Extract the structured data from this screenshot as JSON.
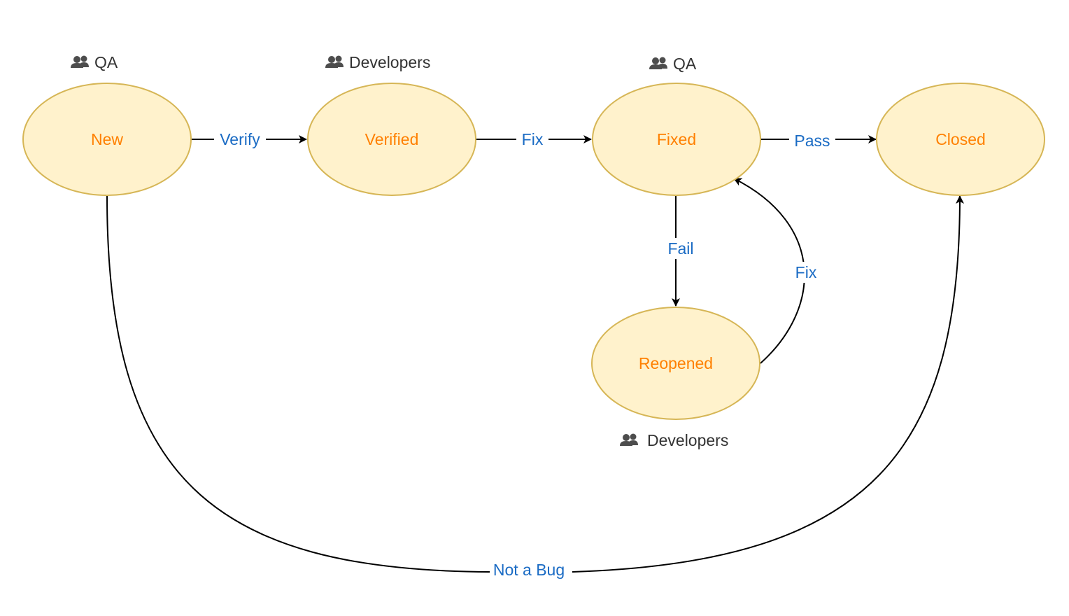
{
  "colors": {
    "node_fill": "#fff2cc",
    "node_stroke": "#d6b656",
    "node_text": "#ff8000",
    "edge_stroke": "#000000",
    "edge_text": "#1a6bc4",
    "role_text": "#333333",
    "role_icon": "#4d4d4d"
  },
  "nodes": {
    "new": "New",
    "verified": "Verified",
    "fixed": "Fixed",
    "closed": "Closed",
    "reopened": "Reopened"
  },
  "edges": {
    "verify": "Verify",
    "fix": "Fix",
    "pass": "Pass",
    "fail": "Fail",
    "refix": "Fix",
    "not_a_bug": "Not a Bug"
  },
  "roles": {
    "new": {
      "icon": "users-icon",
      "label": "QA"
    },
    "verified": {
      "icon": "users-icon",
      "label": "Developers"
    },
    "fixed": {
      "icon": "users-icon",
      "label": "QA"
    },
    "reopened": {
      "icon": "users-icon",
      "label": "Developers"
    }
  }
}
